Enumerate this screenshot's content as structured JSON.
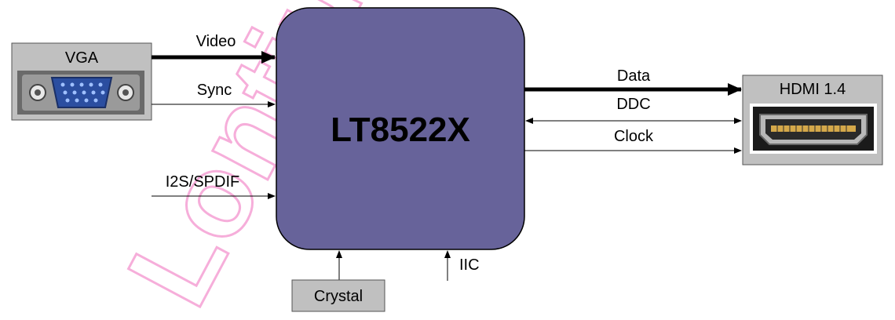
{
  "colors": {
    "chip_fill": "#67639a",
    "box_fill": "#c0c0c0",
    "watermark": "#f5a0d4",
    "line": "#000000"
  },
  "chip": {
    "label": "LT8522X"
  },
  "vga": {
    "label": "VGA",
    "icon": "vga-connector-icon"
  },
  "hdmi": {
    "label": "HDMI 1.4",
    "icon": "hdmi-connector-icon"
  },
  "crystal": {
    "label": "Crystal"
  },
  "signals": {
    "video": "Video",
    "sync": "Sync",
    "i2s": "I2S/SPDIF",
    "data": "Data",
    "ddc": "DDC",
    "clock": "Clock",
    "iic": "IIC"
  },
  "watermark_text": "Lontium"
}
